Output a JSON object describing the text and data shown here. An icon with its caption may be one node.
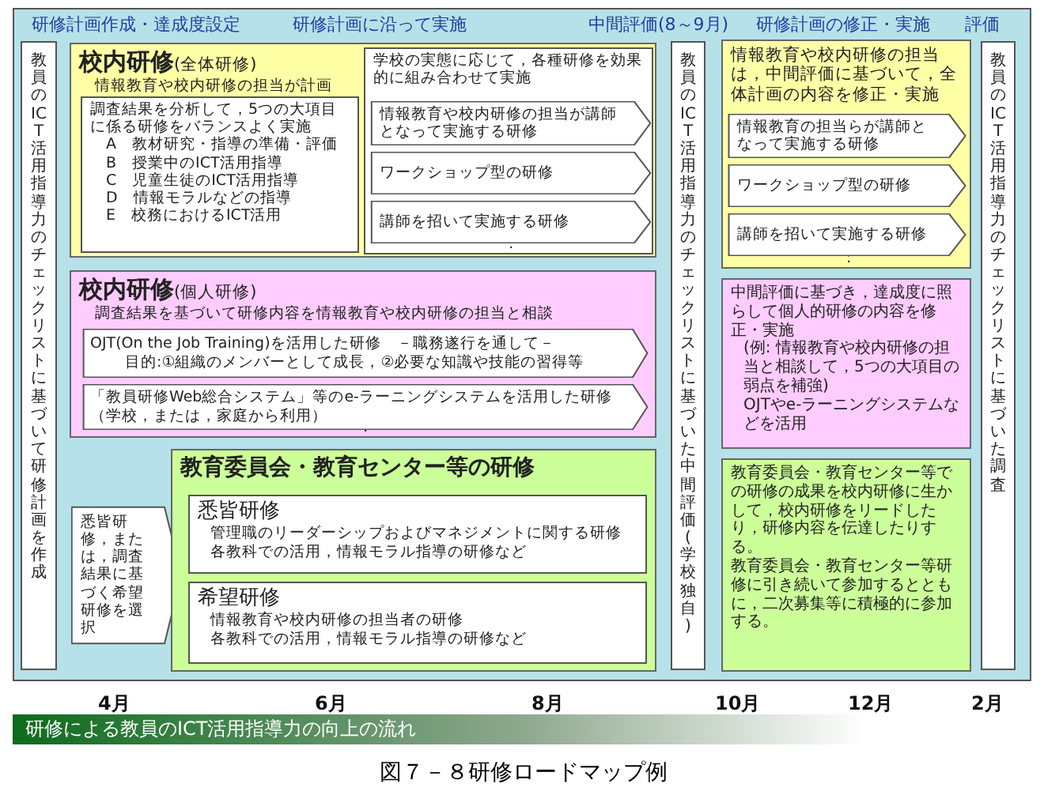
{
  "diagram": {
    "caption": "図７－８研修ロードマップ例",
    "nodes": [
      {
        "text": [
          "教員のICT活用指導力のチェックリストに基づいて研修計画を作成"
        ]
      },
      {
        "text": [
          "**校内研修**(全体研修)",
          "情報教育や校内研修の担当が計画"
        ]
      },
      {
        "text": [
          "調査結果を分析して，5つの大項目に係る研修をバランスよく実施",
          "A　教材研究・指導の準備・評価",
          "B　授業中のICT活用指導",
          "C　児童生徒のICT活用指導",
          "D　情報モラルなどの指導",
          "E　校務におけるICT活用"
        ],
        "in": 1
      },
      {
        "text": [
          "学校の実態に応じて，各種研修を効果的に組み合わせて実施",
          ":"
        ],
        "in": 1
      },
      {
        "text": [
          "情報教育や校内研修の担当が講師となって実施する研修"
        ],
        "in": 3
      },
      {
        "text": [
          "ワークショップ型の研修"
        ],
        "in": 3
      },
      {
        "text": [
          "講師を招いて実施する研修"
        ],
        "in": 3
      },
      {
        "text": [
          "**校内研修**(個人研修)",
          "調査結果を基づいて研修内容を情報教育や校内研修の担当と相談",
          ":"
        ]
      },
      {
        "text": [
          "OJT(On the Job Training)を活用した研修　－職務遂行を通して－",
          "目的:①組織のメンバーとして成長，②必要な知識や技能の習得等"
        ],
        "in": 7
      },
      {
        "text": [
          "「教員研修Web総合システム」等のe-ラーニングシステムを活用した研修（学校，または，家庭から利用）"
        ],
        "in": 7
      },
      {
        "text": [
          "悉皆研修，または，調査結果に基づく希望研修を選択"
        ]
      },
      {
        "text": [
          "教育委員会・教育センター等の研修"
        ]
      },
      {
        "text": [
          "悉皆研修",
          "管理職のリーダーシップおよびマネジメントに関する研修",
          "各教科での活用，情報モラル指導の研修など"
        ],
        "in": 11
      },
      {
        "text": [
          "希望研修",
          "情報教育や校内研修の担当者の研修",
          "各教科での活用，情報モラル指導の研修など"
        ],
        "in": 11
      },
      {
        "text": [
          "教員のICT活用指導力のチェックリストに基づいた中間評価(学校独自)"
        ]
      },
      {
        "text": [
          "情報教育や校内研修の担当は，中間評価に基づいて，全体計画の内容を修正・実施",
          ":"
        ]
      },
      {
        "text": [
          "情報教育の担当らが講師となって実施する研修"
        ],
        "in": 15
      },
      {
        "text": [
          "ワークショップ型の研修"
        ],
        "in": 15
      },
      {
        "text": [
          "講師を招いて実施する研修"
        ],
        "in": 15
      },
      {
        "text": [
          "中間評価に基づき，達成度に照らして個人的研修の内容を修正・実施",
          "(例: 情報教育や校内研修の担当と相談して，5つの大項目の弱点を補強)",
          "OJTやe-ラーニングシステムなどを活用"
        ]
      },
      {
        "text": [
          "教育委員会・教育センター等での研修の成果を校内研修に生かして，校内研修をリードしたり，研修内容を伝達したりする。",
          "教育委員会・教育センター等研修に引き続いて参加するとともに，二次募集等に積極的に参加する。"
        ]
      },
      {
        "text": [
          "教員のICT活用指導力のチェックリストに基づいた調査"
        ]
      },
      {
        "text": [
          "研修による教員のICT活用指導力の向上の流れ"
        ]
      }
    ],
    "labels": [
      "研修計画作成・達成度設定",
      "研修計画に沿って実施",
      "中間評価(8～9月)",
      "研修計画の修正・実施",
      "評価",
      "4月",
      "6月",
      "8月",
      "10月",
      "12月",
      "2月"
    ]
  }
}
